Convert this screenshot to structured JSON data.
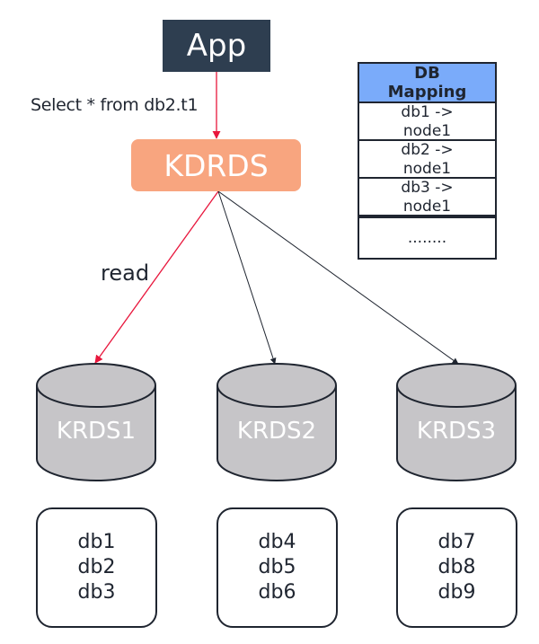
{
  "app": {
    "label": "App",
    "color": "#2e3e50"
  },
  "query": {
    "text": "Select * from db2.t1"
  },
  "proxy": {
    "label": "KDRDS",
    "color": "#f8a57f"
  },
  "edge_labels": {
    "read": "read"
  },
  "mapping": {
    "header": [
      "DB",
      "Mapping"
    ],
    "header_color": "#7aabfa",
    "rows": [
      [
        "db1 ->",
        "node1"
      ],
      [
        "db2 ->",
        "node1"
      ],
      [
        "db3 ->",
        "node1"
      ]
    ],
    "ellipsis": "........"
  },
  "nodes": [
    {
      "label": "KRDS1",
      "dbs": [
        "db1",
        "db2",
        "db3"
      ],
      "edge_color": "#e8163c"
    },
    {
      "label": "KRDS2",
      "dbs": [
        "db4",
        "db5",
        "db6"
      ],
      "edge_color": "#1f2530"
    },
    {
      "label": "KRDS3",
      "dbs": [
        "db7",
        "db8",
        "db9"
      ],
      "edge_color": "#1f2530"
    }
  ],
  "colors": {
    "cylinder_fill": "#c6c5c8",
    "outline": "#1f2530",
    "read_edge": "#e8163c"
  }
}
